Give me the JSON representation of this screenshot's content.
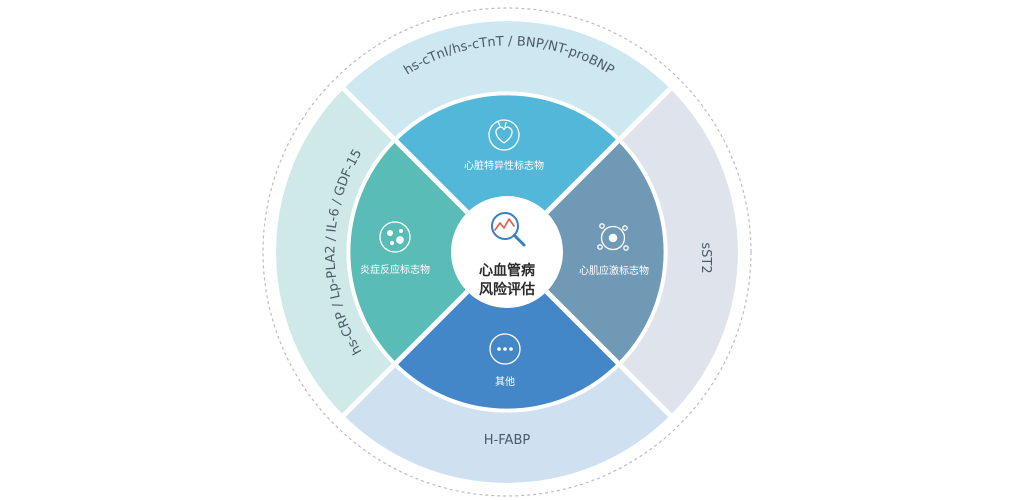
{
  "center": {
    "line1": "心血管病",
    "line2": "风险评估",
    "icon": "magnifier-chart-icon"
  },
  "inner": {
    "top": {
      "label": "心脏特异性标志物",
      "icon": "heart-icon",
      "color": "#52b7d9"
    },
    "right": {
      "label": "心肌应激标志物",
      "icon": "cell-stress-icon",
      "color": "#7099b5"
    },
    "bottom": {
      "label": "其他",
      "icon": "more-dots-icon",
      "color": "#4487c8"
    },
    "left": {
      "label": "炎症反应标志物",
      "icon": "inflammation-cell-icon",
      "color": "#5abcb6"
    }
  },
  "outer": {
    "top": {
      "label": "hs-cTnI/hs-cTnT / BNP/NT-proBNP",
      "color": "#cde8f1"
    },
    "right": {
      "label": "sST2",
      "color": "#dfe4ec"
    },
    "bottom": {
      "label": "H-FABP",
      "color": "#cfe1f1"
    },
    "left": {
      "label": "hs-CRP / Lp-PLA2 / IL-6 / GDF-15",
      "color": "#cee9e8"
    }
  },
  "colors": {
    "dashed_ring": "#bdbdbd",
    "outer_text": "#4a5a66",
    "center_text": "#2b2b2b",
    "icon_center": "#3a7fc1"
  }
}
